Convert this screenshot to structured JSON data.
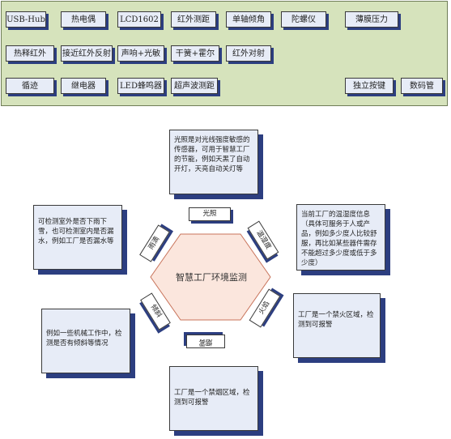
{
  "modules": {
    "row1": [
      "USB-Hub",
      "热电偶",
      "LCD1602",
      "红外测距",
      "单轴倾角",
      "陀螺仪",
      "薄膜压力"
    ],
    "row2": [
      "热释红外",
      "接近红外反射",
      "声响+光敏",
      "干簧+霍尔",
      "红外对射"
    ],
    "row3": [
      "循迹",
      "继电器",
      "LED蜂鸣器",
      "超声波测距",
      "独立按键",
      "数码管"
    ]
  },
  "center": {
    "label": "智慧工厂环境监测"
  },
  "sensors": {
    "light": "光照",
    "temp_humidity": "温湿度",
    "fire": "火焰",
    "smoke": "烟雾",
    "tilt": "倾斜",
    "rain": "雨滴"
  },
  "notes": {
    "light": "光照是对光线强度敏感的传感器，可用于智慧工厂的节能，例如天黑了自动开灯，天亮自动关灯等",
    "temp_humidity": "当前工厂的温湿度信息（具体可服务于人或产品，例如多少度人比较舒服，再比如某些器件需存不能超过多少度或低于多少度）",
    "fire": "工厂是一个禁火区域，检测到可报警",
    "smoke": "工厂是一个禁烟区域，检测到可报警",
    "tilt": "例如一些机械工作中，检测是否有倾斜等情况",
    "rain": "可检测室外是否下雨下雪，也可检测室内是否漏水，例如工厂是否漏水等"
  },
  "colors": {
    "panel_fill": "#d6e3bc",
    "chip_fill": "#e7ecf7",
    "shadow": "#2c3e80",
    "hex_fill": "#fbe6dd",
    "hex_stroke": "#c8735a"
  }
}
